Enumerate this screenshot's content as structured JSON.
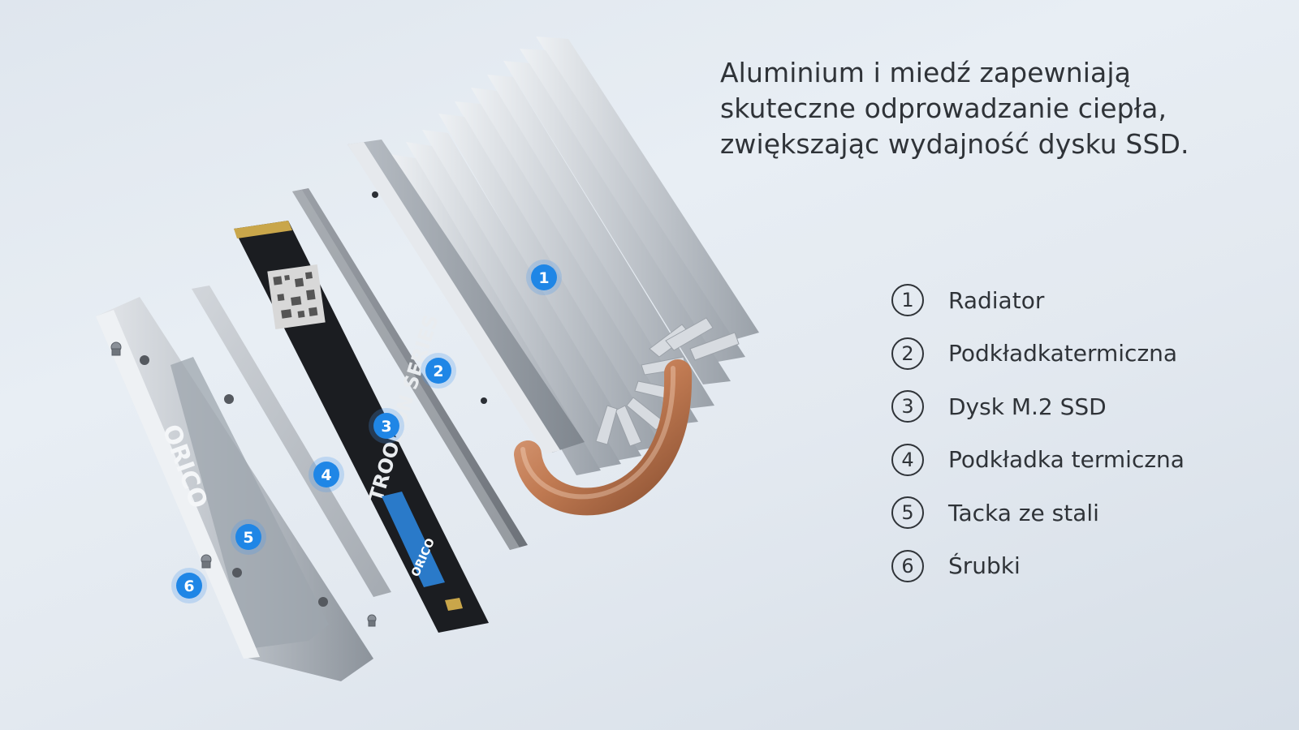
{
  "headline": "Aluminium i miedź zapewniają skuteczne odprowadzanie ciepła, zwiększając wydajność dysku SSD.",
  "callouts": [
    "1",
    "2",
    "3",
    "4",
    "5",
    "6"
  ],
  "legend": [
    {
      "number": "1",
      "label": "Radiator"
    },
    {
      "number": "2",
      "label": "Podkładkatermiczna"
    },
    {
      "number": "3",
      "label": "Dysk M.2 SSD"
    },
    {
      "number": "4",
      "label": "Podkładka termiczna"
    },
    {
      "number": "5",
      "label": "Tacka ze stali"
    },
    {
      "number": "6",
      "label": "Śrubki"
    }
  ],
  "product_markings": {
    "ssd_series": "TROODON SERIES",
    "ssd_brand": "ORICO",
    "tray_brand": "ORICO"
  },
  "colors": {
    "callout_blue": "#1f86e6",
    "text_dark": "#2f3338",
    "copper": "#c48257",
    "aluminium": "#c9ced4",
    "ssd_black": "#1b1d21"
  }
}
